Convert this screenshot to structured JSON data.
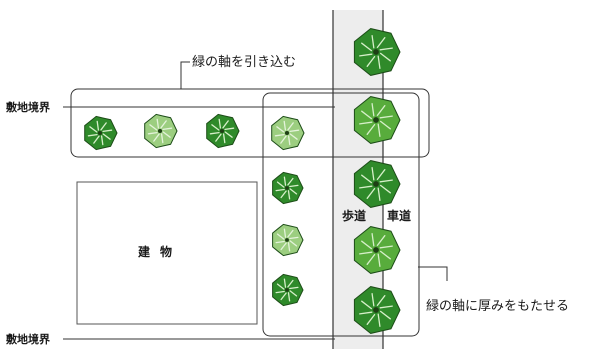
{
  "labels": {
    "top_annotation": "緑の軸を引き込む",
    "boundary_top": "敷地境界",
    "boundary_bottom": "敷地境界",
    "sidewalk": "歩道",
    "roadway": "車道",
    "building": "建物",
    "right_annotation": "緑の軸に厚みをもたせる"
  },
  "colors": {
    "tree_dark": "#2f8a2a",
    "tree_mid": "#58ac3c",
    "tree_light": "#9cce80",
    "tree_outline": "#1d4d18",
    "road_fill": "#ededed",
    "line": "#333333"
  },
  "trees": {
    "garden_row": [
      "tree_dark",
      "tree_light",
      "tree_dark",
      "tree_light"
    ],
    "garden_column": [
      "tree_dark",
      "tree_light",
      "tree_dark"
    ],
    "street_row": [
      "tree_dark",
      "tree_mid",
      "tree_dark",
      "tree_mid",
      "tree_dark"
    ]
  }
}
